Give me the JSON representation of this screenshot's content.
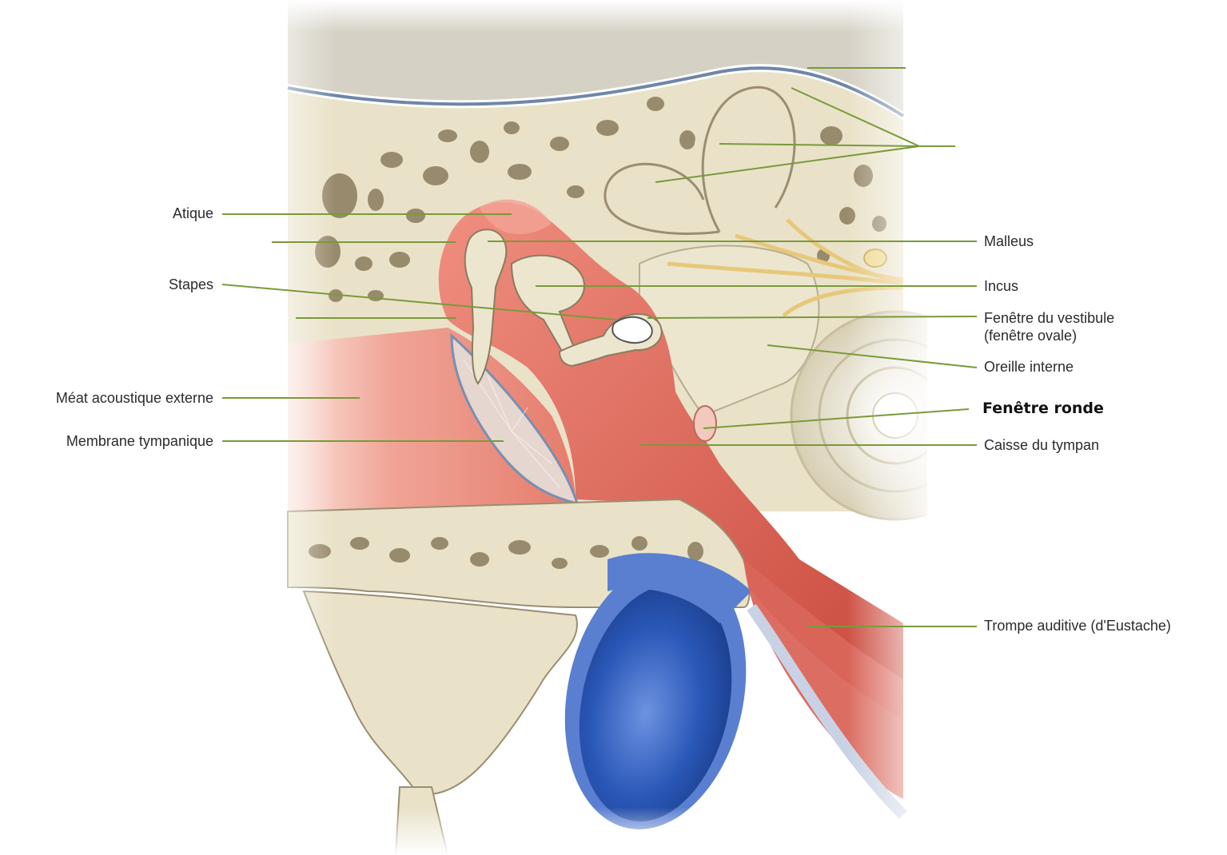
{
  "labels": {
    "atique": "Atique",
    "stapes": "Stapes",
    "meat": "Méat acoustique externe",
    "membrane": "Membrane tympanique",
    "malleus": "Malleus",
    "incus": "Incus",
    "fenetre_vestibule_1": "Fenêtre du vestibule",
    "fenetre_vestibule_2": "(fenêtre ovale)",
    "oreille_interne": "Oreille interne",
    "fenetre_ronde": "Fenêtre ronde",
    "caisse": "Caisse du tympan",
    "trompe": "Trompe auditive (d'Eustache)"
  },
  "colors": {
    "leader_line": "#7a9a3a",
    "bone": "#e9e2c8",
    "bone_dark": "#8b7b5e",
    "cavity_red": "#e88a7c",
    "cavity_light": "#f4b8ad",
    "vessel_blue": "#2a58b8",
    "nerve_yellow": "#e7c77a"
  }
}
